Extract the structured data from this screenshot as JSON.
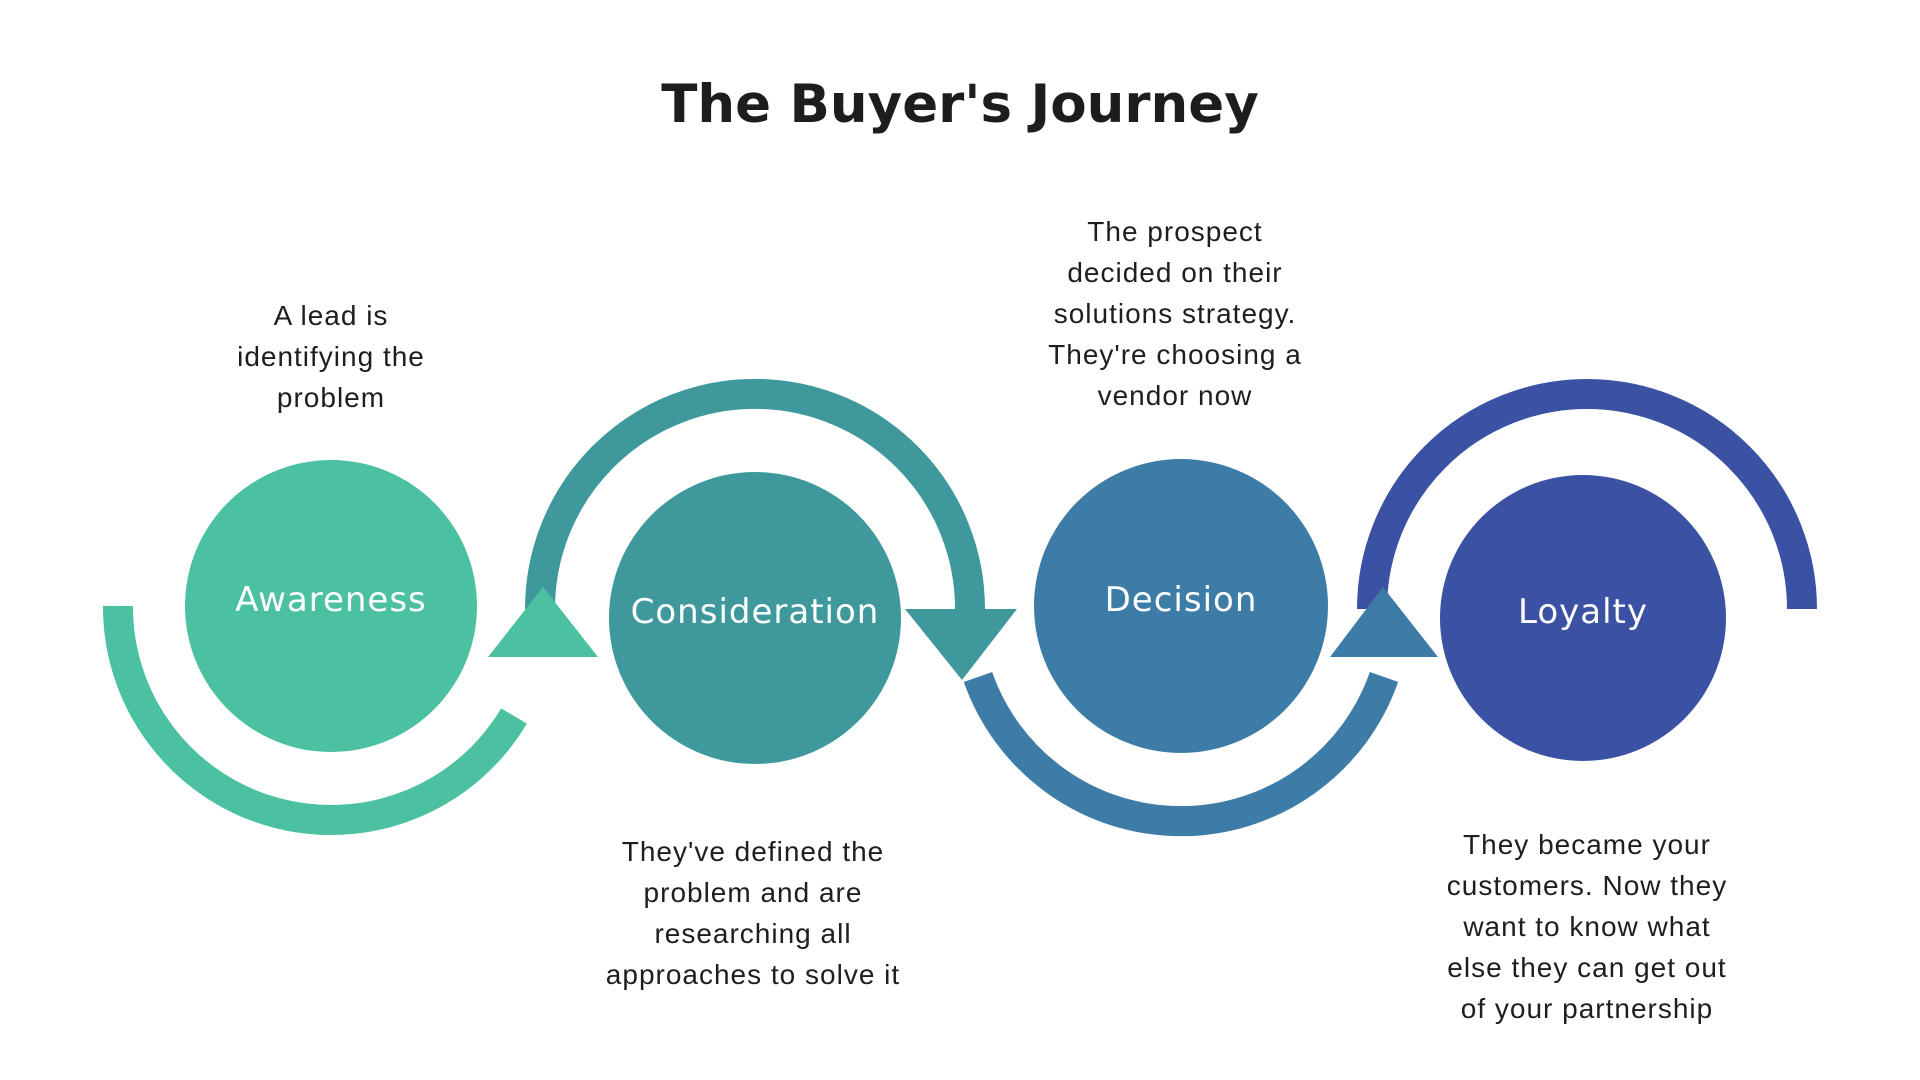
{
  "title": "The Buyer's Journey",
  "colors": {
    "background": "#ffffff",
    "text": "#1e1e1e",
    "label_text": "#ffffff"
  },
  "stages": [
    {
      "label": "Awareness",
      "color": "#4CC1A2",
      "description_lines": [
        "A lead is",
        "identifying the",
        "problem"
      ]
    },
    {
      "label": "Consideration",
      "color": "#3F999C",
      "description_lines": [
        "They've defined the",
        "problem and are",
        "researching all",
        "approaches to solve it"
      ]
    },
    {
      "label": "Decision",
      "color": "#3C7CA6",
      "description_lines": [
        "The prospect",
        "decided on their",
        "solutions strategy.",
        "They're choosing a",
        "vendor now"
      ]
    },
    {
      "label": "Loyalty",
      "color": "#3B51A3",
      "description_lines": [
        "They became your",
        "customers. Now they",
        "want to know what",
        "else they can get out",
        "of your partnership"
      ]
    }
  ]
}
